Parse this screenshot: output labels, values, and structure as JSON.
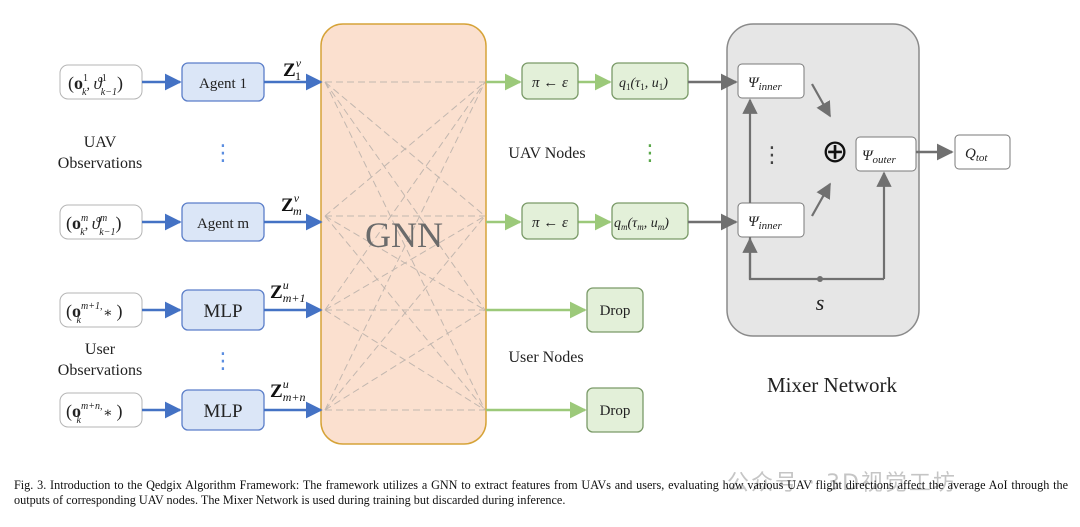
{
  "colors": {
    "agent_fill": "#dbe6f7",
    "agent_stroke": "#5b7ec9",
    "gnn_fill": "#fbe0cf",
    "gnn_stroke": "#d6a338",
    "green_fill": "#e3f0d9",
    "green_stroke": "#7a9a68",
    "mixer_fill": "#e6e6e6",
    "mixer_stroke": "#8a8a8a",
    "blue_arrow": "#4472c4",
    "green_arrow": "#9cc97a",
    "gray_arrow": "#707070"
  },
  "inputs": {
    "obs1": "(o",
    "obs1_sup": "1",
    "obs1_sub": "k",
    "obs1_theta_sup": "1",
    "obs1_theta_sub": "k−1",
    "obsm_sup": "m",
    "obsm_sub": "k",
    "obsm_theta_sup": "m",
    "obsm_theta_sub": "k−1",
    "user1_sup": "m+1,",
    "user1_sub": "k",
    "usern_sup": "m+n,",
    "usern_sub": "k",
    "star": "∗"
  },
  "labels": {
    "uav_obs_line1": "UAV",
    "uav_obs_line2": "Observations",
    "user_obs_line1": "User",
    "user_obs_line2": "Observations",
    "agent1": "Agent 1",
    "agentm": "Agent m",
    "mlp": "MLP",
    "gnn": "GNN",
    "uav_nodes": "UAV Nodes",
    "user_nodes": "User Nodes",
    "mixer_network": "Mixer Network",
    "policy": "π ← ε",
    "q1": "q",
    "q1_sub": "1",
    "q1_args": "(τ",
    "q1_args2": "1",
    "q1_args3": ", u",
    "q1_args4": "1",
    "qm_sub": "m",
    "drop": "Drop",
    "psi": "Ψ",
    "psi_inner": "inner",
    "psi_outer": "outer",
    "oplus": "⊕",
    "s": "s",
    "qtot": "Q",
    "qtot_sub": "tot",
    "z": "Z",
    "z1_sup": "v",
    "z1_sub": "1",
    "zm_sup": "v",
    "zm_sub": "m",
    "zu1_sup": "u",
    "zu1_sub": "m+1",
    "zun_sup": "u",
    "zun_sub": "m+n",
    "dots": "⋮"
  },
  "caption": "Fig. 3.  Introduction to the Qedgix Algorithm Framework: The framework utilizes a GNN to extract features from UAVs and users, evaluating how various UAV flight directions affect the average AoI through the outputs of corresponding UAV nodes. The Mixer Network is used during training but discarded during inference.",
  "watermark": "公众号 · 3D视觉工坊"
}
